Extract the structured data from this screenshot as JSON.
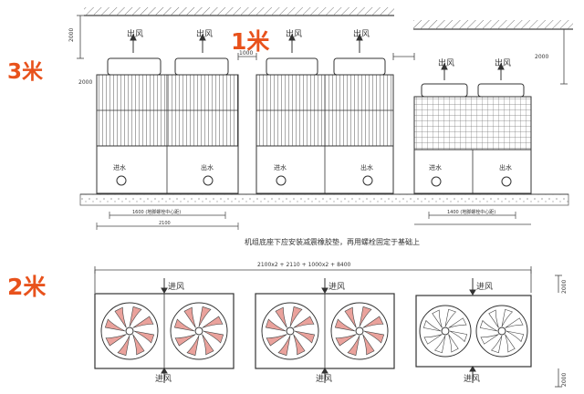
{
  "labels": {
    "dist_left": "3米",
    "dist_middle": "1米",
    "dist_bottom": "2米"
  },
  "text": {
    "outlet": "出风",
    "inlet": "进风",
    "water_in": "进水",
    "water_out": "出水",
    "note": "机组底座下应安装减震橡胶垫，再用螺栓固定于基础上",
    "total_dim": "2100x2 + 2110 + 1000x2 + 8400",
    "dim_2000": "2000",
    "dim_1000": "1000",
    "dim_2100": "2100",
    "dim_1600": "1600 (地脚螺栓中心距)",
    "dim_1400": "1400 (地脚螺栓中心距)"
  },
  "colors": {
    "accent_label": "#e8521c",
    "line": "#3a3a3a",
    "grille": "#555555",
    "fan_blade": "#d9564a"
  }
}
